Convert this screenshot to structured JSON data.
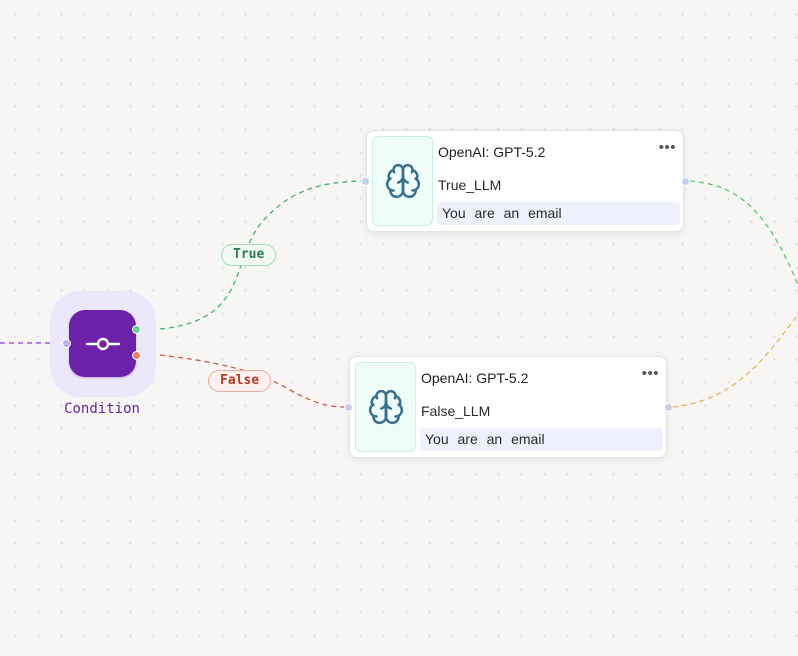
{
  "condition_node": {
    "label": "Condition",
    "icon": "toggle-switch-icon",
    "color": "#6b21a8",
    "halo_color": "#ede7fb"
  },
  "edges": {
    "true_label": "True",
    "false_label": "False",
    "incoming_color": "#9333ea",
    "true_color": "#3fb37a",
    "false_color": "#d9533f",
    "true_out_color": "#5ec95a",
    "false_out_color": "#e5b64a"
  },
  "nodes": [
    {
      "id": "true-llm",
      "title": "OpenAI: GPT-5.2",
      "name": "True_LLM",
      "prompt_preview": "You are an email",
      "menu": "•••",
      "icon": "brain-icon"
    },
    {
      "id": "false-llm",
      "title": "OpenAI: GPT-5.2",
      "name": "False_LLM",
      "prompt_preview": "You are an email",
      "menu": "•••",
      "icon": "brain-icon"
    }
  ]
}
